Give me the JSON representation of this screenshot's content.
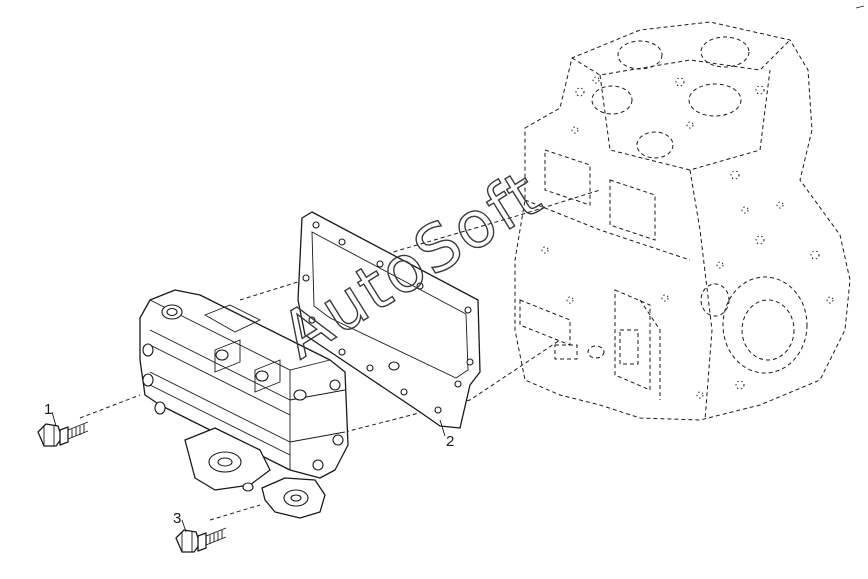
{
  "callouts": [
    {
      "label": "1",
      "part": "flange-bolt"
    },
    {
      "label": "2",
      "part": "gasket"
    },
    {
      "label": "3",
      "part": "flange-bolt"
    }
  ],
  "watermark": "AutoSoft",
  "colors": {
    "line": "#1a1a1a",
    "background": "#ffffff"
  }
}
